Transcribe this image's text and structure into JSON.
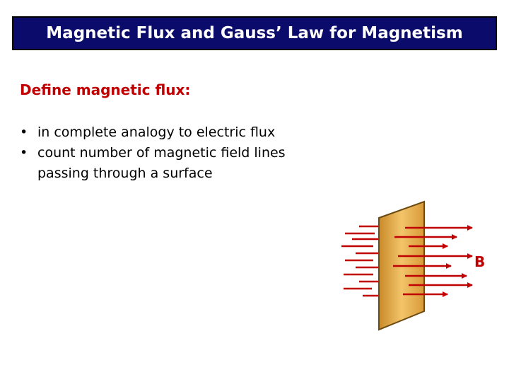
{
  "slide": {
    "title": "Magnetic Flux and Gauss’ Law for Magnetism",
    "subheading": "Define magnetic flux:",
    "bullets": [
      {
        "marker": "•",
        "text": "in complete analogy to electric flux"
      },
      {
        "marker": "•",
        "text": "count number of magnetic field lines passing through a surface"
      }
    ],
    "field_label": "B"
  },
  "colors": {
    "title_bar": "#0b0b6b",
    "accent_red": "#c00000",
    "plate_fill": "#e8b050",
    "field_lines": "#c00000"
  }
}
